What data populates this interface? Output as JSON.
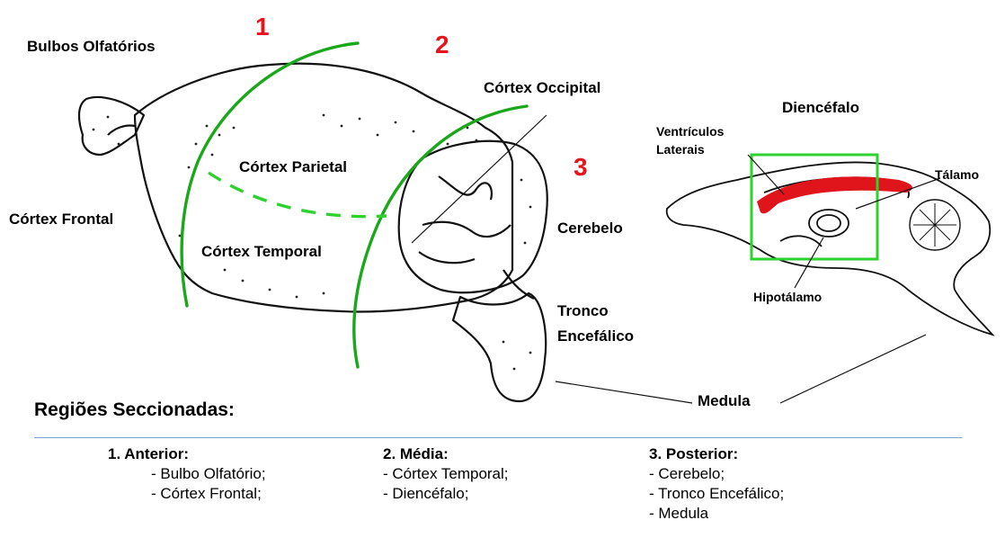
{
  "brain_labels": {
    "bulbos": "Bulbos Olfatórios",
    "occipital": "Córtex Occipital",
    "parietal": "Córtex Parietal",
    "frontal": "Córtex Frontal",
    "temporal": "Córtex Temporal",
    "cerebelo": "Cerebelo",
    "tronco_1": "Tronco",
    "tronco_2": "Encefálico",
    "medula": "Medula"
  },
  "section_numbers": [
    "1",
    "2",
    "3"
  ],
  "diencephalon": {
    "title": "Diencéfalo",
    "ventriculos_1": "Ventrículos",
    "ventriculos_2": "Laterais",
    "talamo": "Tálamo",
    "hipotalamo": "Hipotálamo"
  },
  "regions": {
    "title": "Regiões Seccionadas:",
    "columns": [
      {
        "head": "1. Anterior:",
        "items": [
          "- Bulbo Olfatório;",
          "- Córtex Frontal;"
        ]
      },
      {
        "head": "2. Média:",
        "items": [
          "- Córtex Temporal;",
          "- Diencéfalo;"
        ]
      },
      {
        "head": "3. Posterior:",
        "items": [
          "- Cerebelo;",
          "- Tronco Encefálico;",
          "- Medula"
        ]
      }
    ]
  },
  "colors": {
    "cut_line": "#1aa81a",
    "dashed_line": "#2ed22e",
    "number": "#e8141b",
    "ventricle": "#e0141b",
    "box": "#2ed22e",
    "rule": "#7f9fcf"
  }
}
